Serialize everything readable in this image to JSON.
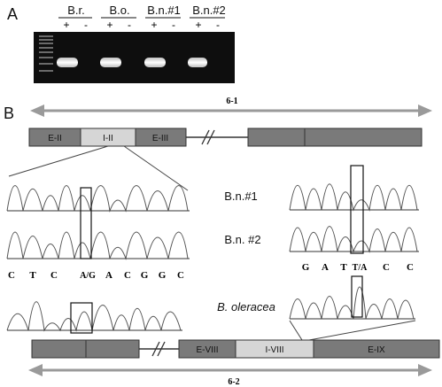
{
  "panel_a": {
    "label": "A",
    "lanes": [
      {
        "name": "B.r.",
        "plus": "+",
        "minus": "-"
      },
      {
        "name": "B.o.",
        "plus": "+",
        "minus": "-"
      },
      {
        "name": "B.n.#1",
        "plus": "+",
        "minus": "-"
      },
      {
        "name": "B.n.#2",
        "plus": "+",
        "minus": "-"
      }
    ]
  },
  "panel_b": {
    "label": "B",
    "top_span": "6-1",
    "bottom_span": "6-2",
    "top_gene": {
      "exon_left": "E-II",
      "intron": "I-II",
      "exon_right": "E-III"
    },
    "bottom_gene": {
      "exon_left": "E-VIII",
      "intron": "I-VIII",
      "exon_right": "E-IX"
    },
    "sample_labels": {
      "bn1": "B.n.#1",
      "bn2": "B.n. #2",
      "bo": "B. oleracea"
    },
    "seq_left": [
      "C",
      "T",
      "C",
      "A/G",
      "A",
      "C",
      "G",
      "G",
      "C"
    ],
    "seq_right": [
      "G",
      "A",
      "T",
      "T/A",
      "C",
      "C"
    ]
  },
  "colors": {
    "exon": "#7a7a7a",
    "intron": "#d6d6d6",
    "arrow": "#9a9a9a",
    "gel": "#0e0e0e",
    "band": "#ffffff",
    "trace": "#555555"
  }
}
